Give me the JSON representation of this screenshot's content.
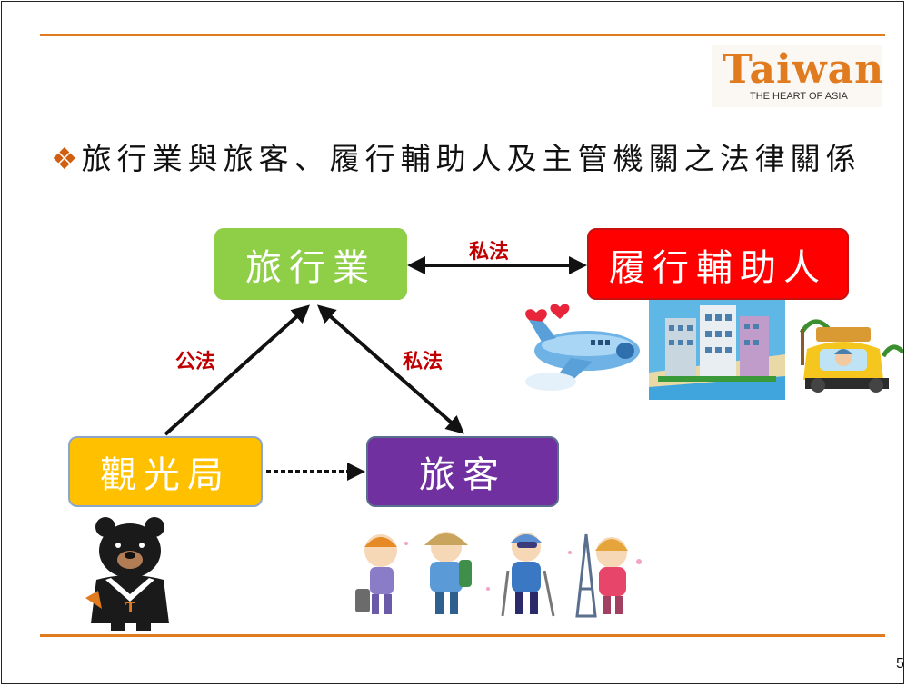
{
  "logo": {
    "wordmark": "Taiwan",
    "tagline": "THE HEART OF ASIA"
  },
  "title": "旅行業與旅客、履行輔助人及主管機關之法律關係",
  "nodes": {
    "travel_agency": "旅行業",
    "auxiliary": "履行輔助人",
    "tourism_bureau": "觀光局",
    "traveler": "旅客"
  },
  "edges": {
    "agency_auxiliary": "私法",
    "bureau_agency": "公法",
    "agency_traveler": "私法"
  },
  "bear_letter": "T",
  "page_number": "5",
  "colors": {
    "accent_rule": "#e07b1f",
    "travel_agency": "#8fce47",
    "auxiliary": "#ff0000",
    "tourism_bureau": "#ffc000",
    "traveler": "#7030a0",
    "edge_label": "#c00000"
  }
}
